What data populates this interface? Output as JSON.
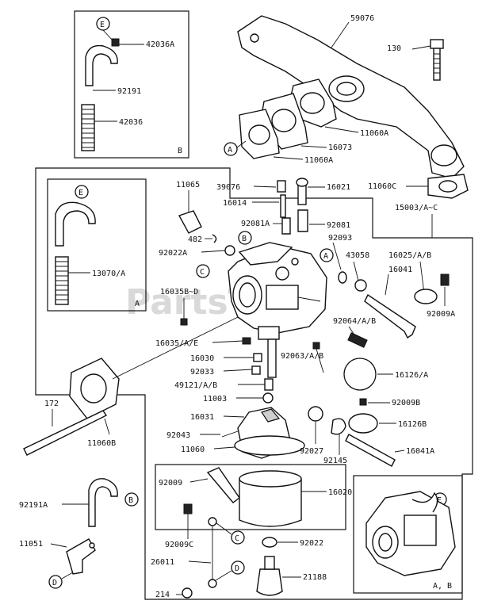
{
  "watermark": "PartsTree",
  "callout_letters": {
    "a": "A",
    "b": "B",
    "c": "C",
    "d": "D",
    "e": "E"
  },
  "box_tags": {
    "inset_b": "B",
    "inset_a": "A",
    "inset_ab": "A, B"
  },
  "part_numbers": {
    "p42036A": "42036A",
    "p92191": "92191",
    "p42036": "42036",
    "p59076": "59076",
    "p130": "130",
    "p11060A_1": "11060A",
    "p16073": "16073",
    "p11060A_2": "11060A",
    "p11060C": "11060C",
    "p15003": "15003/A~C",
    "p11065": "11065",
    "p39076": "39076",
    "p16021": "16021",
    "p16014": "16014",
    "p92081A": "92081A",
    "p92081": "92081",
    "p482": "482",
    "p92093": "92093",
    "p92022A": "92022A",
    "p43058": "43058",
    "p16025": "16025/A/B",
    "p16041": "16041",
    "p13070": "13070/A",
    "p16035B": "16035B~D",
    "p92009A": "92009A",
    "p92064": "92064/A/B",
    "p16035": "16035/A/E",
    "p16030": "16030",
    "p92063": "92063/A/B",
    "p16126": "16126/A",
    "p92033": "92033",
    "p49121": "49121/A/B",
    "p11003": "11003",
    "p92009B": "92009B",
    "p172": "172",
    "p16031": "16031",
    "p16126B": "16126B",
    "p11060B": "11060B",
    "p92043": "92043",
    "p11060": "11060",
    "p92027": "92027",
    "p92145": "92145",
    "p16041A": "16041A",
    "p92009": "92009",
    "p16020": "16020",
    "p92191A": "92191A",
    "p92009C": "92009C",
    "p92022": "92022",
    "p11051": "11051",
    "p26011": "26011",
    "p214": "214",
    "p21188": "21188"
  }
}
